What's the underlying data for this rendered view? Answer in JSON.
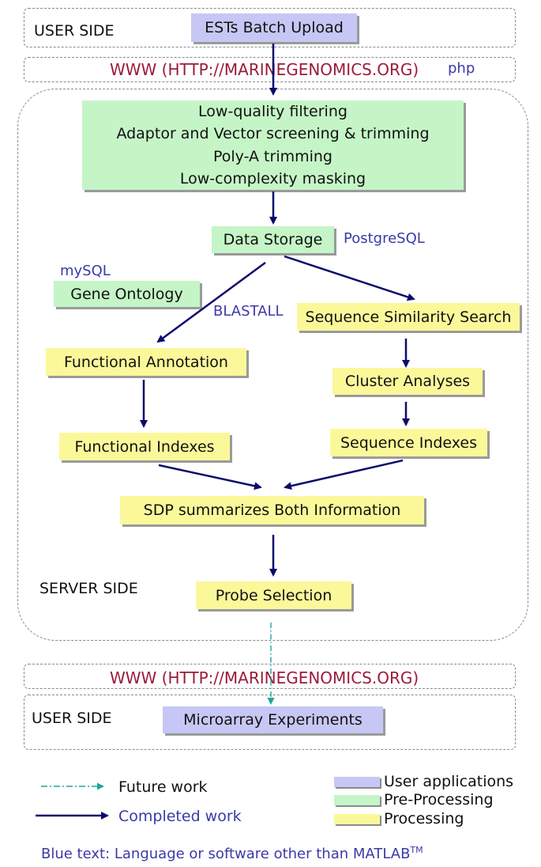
{
  "top_band": {
    "label": "USER SIDE",
    "upload_box": "ESTs Batch Upload"
  },
  "www_top": {
    "url": "WWW (HTTP://MARINEGENOMICS.ORG)",
    "tool": "php"
  },
  "preprocessing": {
    "lines": [
      "Low-quality filtering",
      "Adaptor and Vector screening & trimming",
      "Poly-A trimming",
      "Low-complexity masking"
    ]
  },
  "data_storage": {
    "label": "Data Storage",
    "tool": "PostgreSQL"
  },
  "gene_ontology": {
    "label": "Gene Ontology",
    "tool": "mySQL"
  },
  "blastall": "BLASTALL",
  "sequence_similarity": "Sequence Similarity Search",
  "functional_annotation": "Functional Annotation",
  "cluster_analyses": "Cluster Analyses",
  "functional_indexes": "Functional Indexes",
  "sequence_indexes": "Sequence Indexes",
  "sdp": "SDP summarizes Both Information",
  "server_side": "SERVER SIDE",
  "probe_selection": "Probe Selection",
  "www_bottom": {
    "url": "WWW (HTTP://MARINEGENOMICS.ORG)"
  },
  "bottom_band": {
    "label": "USER SIDE",
    "microarray_box": "Microarray Experiments"
  },
  "legend": {
    "future_work": "Future work",
    "completed_work": "Completed work",
    "user_applications": "User applications",
    "pre_processing": "Pre-Processing",
    "processing": "Processing"
  },
  "footnote": {
    "text": "Blue text: Language or software other than MATLAB",
    "superscript": "TM"
  },
  "colors": {
    "user_applications": "#c7c7f5",
    "pre_processing": "#c5f5c7",
    "processing": "#fbf89a",
    "completed_arrow": "#0b0b6e",
    "future_arrow": "#1aa89a",
    "url_text": "#9b1b3a",
    "tool_text": "#3a3aa8"
  }
}
